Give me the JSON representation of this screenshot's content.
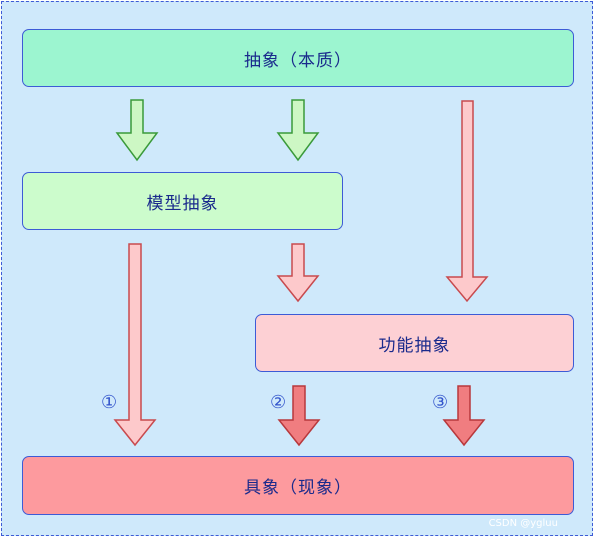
{
  "boxes": {
    "abstract": "抽象（本质）",
    "model": "模型抽象",
    "function": "功能抽象",
    "concrete": "具象（现象）"
  },
  "path_labels": [
    "①",
    "②",
    "③"
  ],
  "watermark": "CSDN @ygluu",
  "colors": {
    "background": "#cfe9fb",
    "border": "#3d5bd6",
    "abstract_fill": "#9cf5d0",
    "model_fill": "#ccfccc",
    "function_fill": "#fdd0d4",
    "concrete_fill": "#fd9a9e",
    "green_arrow": "#cdf7c4",
    "light_red_arrow": "#fdc9cb",
    "red_arrow": "#f07d80"
  }
}
